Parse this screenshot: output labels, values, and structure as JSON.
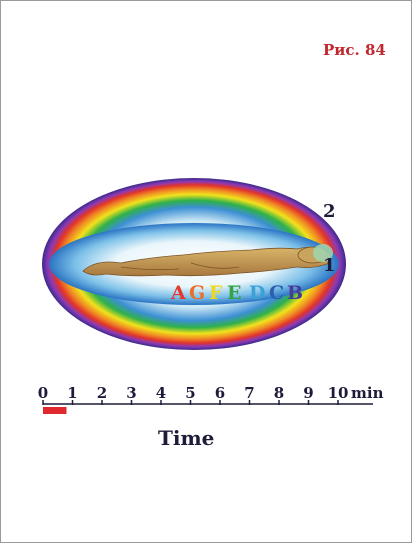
{
  "figure": {
    "label": "Рис. 84",
    "caption": "Time",
    "field_labels": {
      "outer": "2",
      "inner": "1"
    },
    "zone_letters": [
      {
        "letter": "A",
        "color": "#e5372b"
      },
      {
        "letter": "G",
        "color": "#e8702a"
      },
      {
        "letter": "F",
        "color": "#efd71c"
      },
      {
        "letter": "E",
        "color": "#34a346"
      },
      {
        "letter": "D",
        "color": "#3aa1d6"
      },
      {
        "letter": "C",
        "color": "#2c5fae"
      },
      {
        "letter": "B",
        "color": "#4a3a9a"
      }
    ],
    "timeline": {
      "ticks": [
        "0",
        "1",
        "2",
        "3",
        "4",
        "5",
        "6",
        "7",
        "8",
        "9",
        "10"
      ],
      "unit": "min",
      "marker_color": "#e0282d",
      "marker_span": [
        0,
        1
      ]
    }
  },
  "colors": {
    "red": "#e5372b",
    "orange": "#f08a24",
    "yellow": "#f4e31e",
    "green": "#3db14a",
    "blue": "#2a78c9",
    "violet": "#5a3aa6",
    "figure_dark": "#1c1c3a"
  }
}
